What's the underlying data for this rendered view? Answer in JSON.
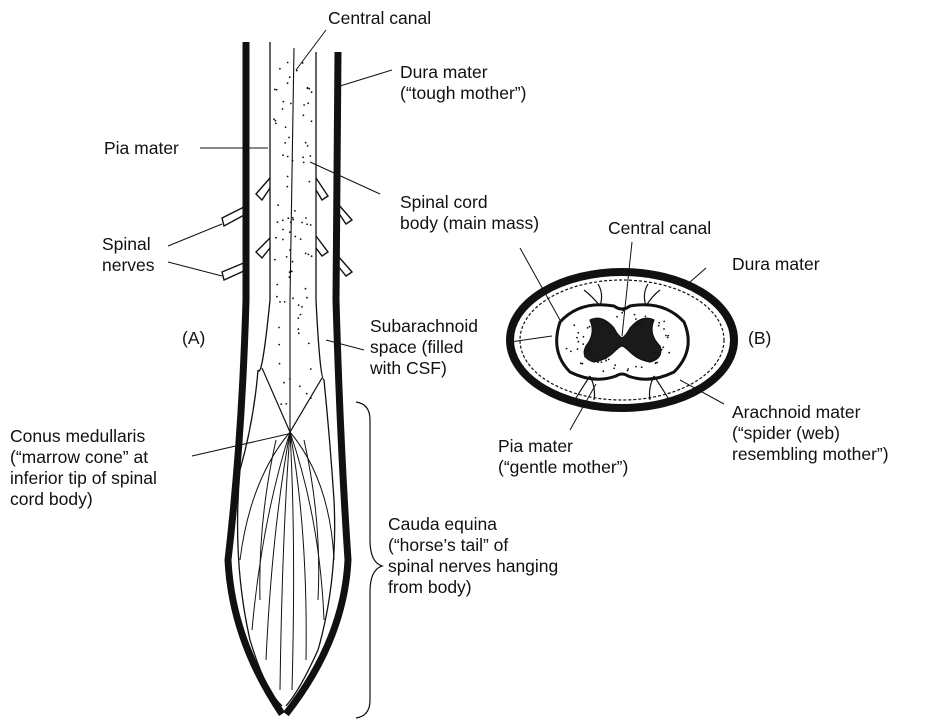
{
  "panels": {
    "a_label": "(A)",
    "b_label": "(B)"
  },
  "labels": {
    "central_canal_a": "Central canal",
    "dura_a": "Dura mater\n(“tough mother”)",
    "pia_a": "Pia mater",
    "spinal_nerves": "Spinal\nnerves",
    "cord_body": "Spinal cord\nbody (main mass)",
    "subarachnoid": "Subarachnoid\nspace (filled\nwith CSF)",
    "conus": "Conus medullaris\n(“marrow cone” at\ninferior tip of spinal\ncord body)",
    "cauda": "Cauda equina\n(“horse’s tail” of\nspinal nerves hanging\nfrom body)",
    "central_canal_b": "Central canal",
    "dura_b": "Dura mater",
    "pia_b": "Pia mater\n(“gentle mother”)",
    "arachnoid": "Arachnoid mater\n(“spider (web)\nresembling mother”)"
  }
}
